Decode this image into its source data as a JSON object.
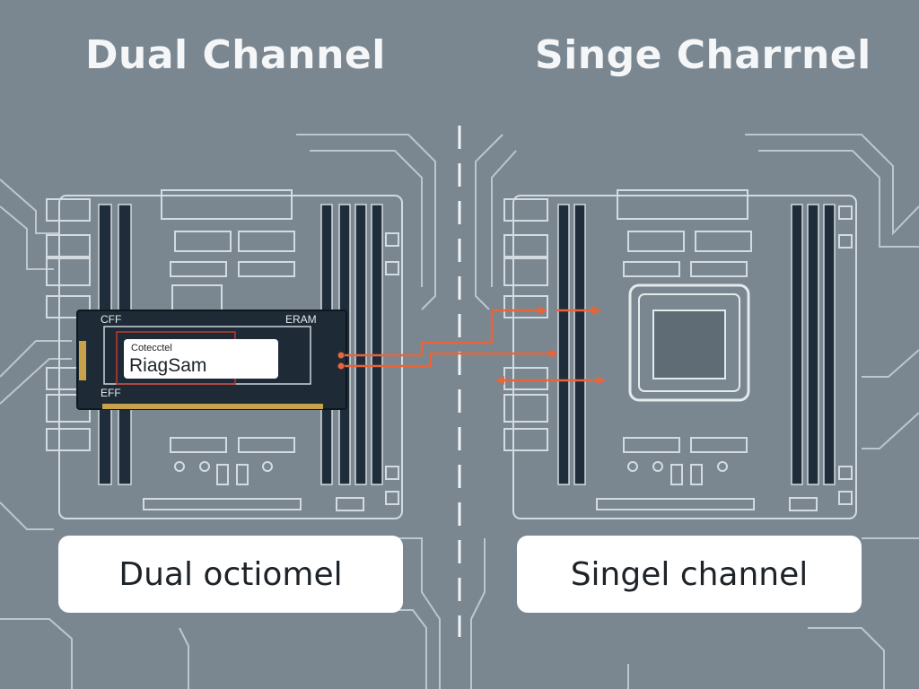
{
  "panels": {
    "left": {
      "title": "Dual Channel",
      "caption": "Dual octiomel"
    },
    "right": {
      "title": "Singe Charrnel",
      "caption": "Singel channel"
    }
  },
  "ram_module": {
    "label_top_left": "CFF",
    "label_top_right": "ERAM",
    "label_bottom_left": "EFF",
    "sticker_small": "Cotecctel",
    "sticker_large": "RiagSam"
  },
  "colors": {
    "background": "#7a8791",
    "board_line": "#d4dbe0",
    "ram_body": "#1e2a36",
    "gold_contacts": "#c8a24a",
    "signal_arrow": "#e8643a",
    "cpu_die": "#5f6c75"
  }
}
